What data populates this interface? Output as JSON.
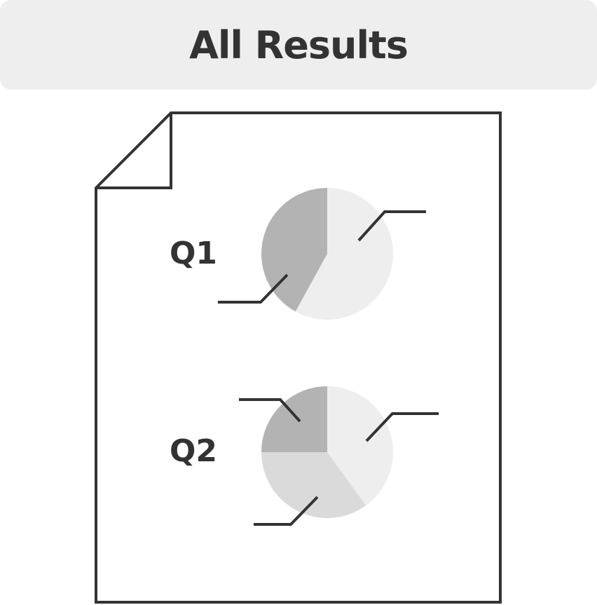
{
  "header": {
    "title": "All Results"
  },
  "document": {
    "charts": [
      {
        "label": "Q1",
        "slices": [
          {
            "fraction": 0.58,
            "color": "#eeeeee"
          },
          {
            "fraction": 0.42,
            "color": "#b3b3b3"
          }
        ]
      },
      {
        "label": "Q2",
        "slices": [
          {
            "fraction": 0.4,
            "color": "#eeeeee"
          },
          {
            "fraction": 0.35,
            "color": "#dadada"
          },
          {
            "fraction": 0.25,
            "color": "#b3b3b3"
          }
        ]
      }
    ]
  },
  "colors": {
    "stroke": "#333333",
    "header_bg": "#eeeeee"
  }
}
